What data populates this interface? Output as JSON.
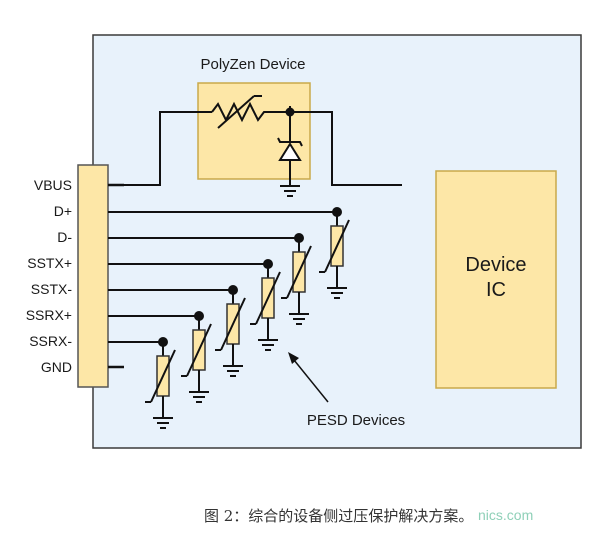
{
  "colors": {
    "board_fill": "#e8f2fb",
    "board_stroke": "#3a3a3a",
    "device_fill": "#fde7a7",
    "device_stroke": "#c9a94a",
    "wire": "#111111"
  },
  "polyzen": {
    "title": "PolyZen Device"
  },
  "connector": {
    "pins": [
      "VBUS",
      "D+",
      "D-",
      "SSTX+",
      "SSTX-",
      "SSRX+",
      "SSRX-",
      "GND"
    ]
  },
  "device_ic": {
    "line1": "Device",
    "line2": "IC"
  },
  "pesd": {
    "label": "PESD Devices"
  },
  "caption": {
    "text": "图 2：综合的设备侧过压保护解决方案。"
  },
  "watermark": {
    "text": "nics.com"
  }
}
